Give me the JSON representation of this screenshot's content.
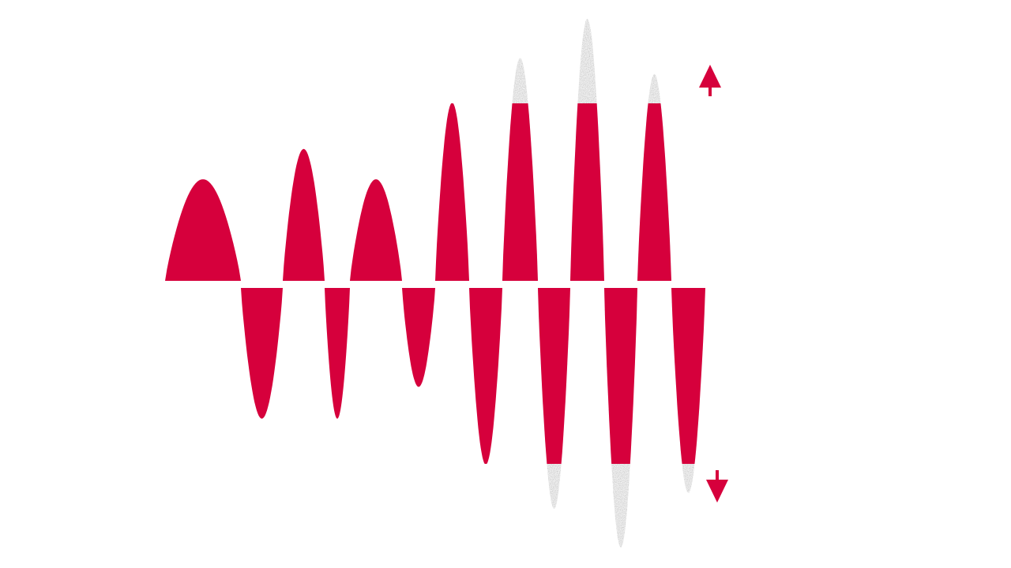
{
  "diagram": {
    "kind": "clipped-waveform",
    "clip_level": 1.0,
    "lobe_amplitudes": [
      0.57,
      -0.74,
      0.74,
      -0.74,
      0.57,
      -0.56,
      1.0,
      -1.0,
      1.25,
      -1.25,
      1.47,
      -1.47,
      1.16,
      -1.16
    ],
    "colors": {
      "signal": "#d6003c",
      "clipped": "#9a9a9a",
      "arrow": "#d6003c"
    },
    "icons": [
      "arrow-up-icon",
      "arrow-down-icon"
    ]
  }
}
